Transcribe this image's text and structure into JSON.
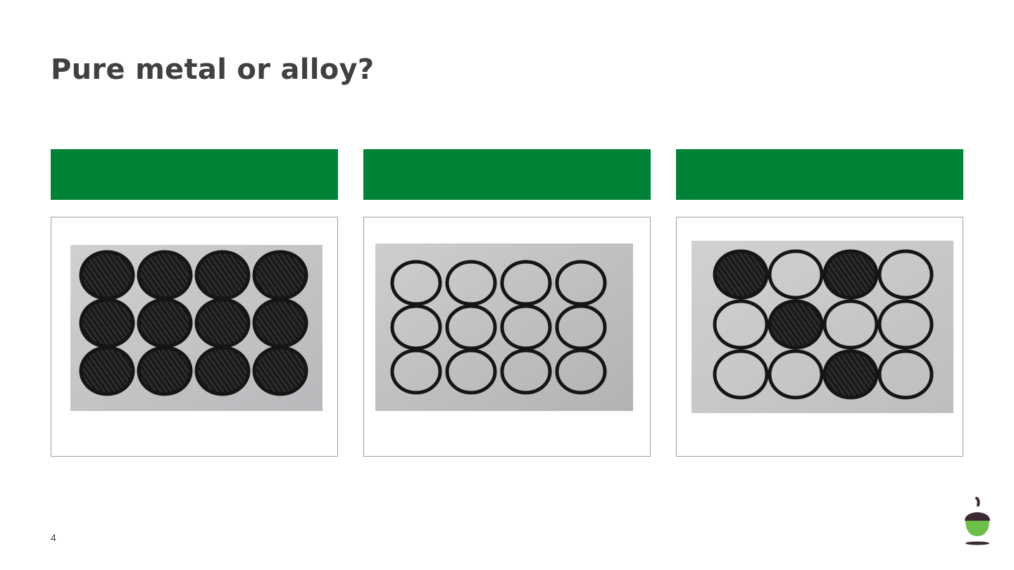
{
  "slide": {
    "title": "Pure metal or alloy?",
    "page_number": "4"
  },
  "colors": {
    "header_bar": "#008336",
    "title_text": "#404040",
    "card_border": "#9e9e9e",
    "photo_paper": "#c9cacb",
    "ink": "#151515",
    "logo_green": "#6cc04a",
    "logo_cap": "#3b2a33"
  },
  "columns": [
    {
      "header": "",
      "diagram": {
        "rows": 3,
        "cols": 4,
        "pattern": [
          "filled",
          "filled",
          "filled",
          "filled",
          "filled",
          "filled",
          "filled",
          "filled",
          "filled",
          "filled",
          "filled",
          "filled"
        ]
      }
    },
    {
      "header": "",
      "diagram": {
        "rows": 3,
        "cols": 4,
        "pattern": [
          "empty",
          "empty",
          "empty",
          "empty",
          "empty",
          "empty",
          "empty",
          "empty",
          "empty",
          "empty",
          "empty",
          "empty"
        ]
      }
    },
    {
      "header": "",
      "diagram": {
        "rows": 3,
        "cols": 4,
        "pattern": [
          "filled",
          "empty",
          "filled",
          "empty",
          "empty",
          "filled",
          "empty",
          "empty",
          "empty",
          "empty",
          "filled",
          "empty"
        ]
      }
    }
  ],
  "icons": {
    "logo": "acorn-logo-icon"
  }
}
